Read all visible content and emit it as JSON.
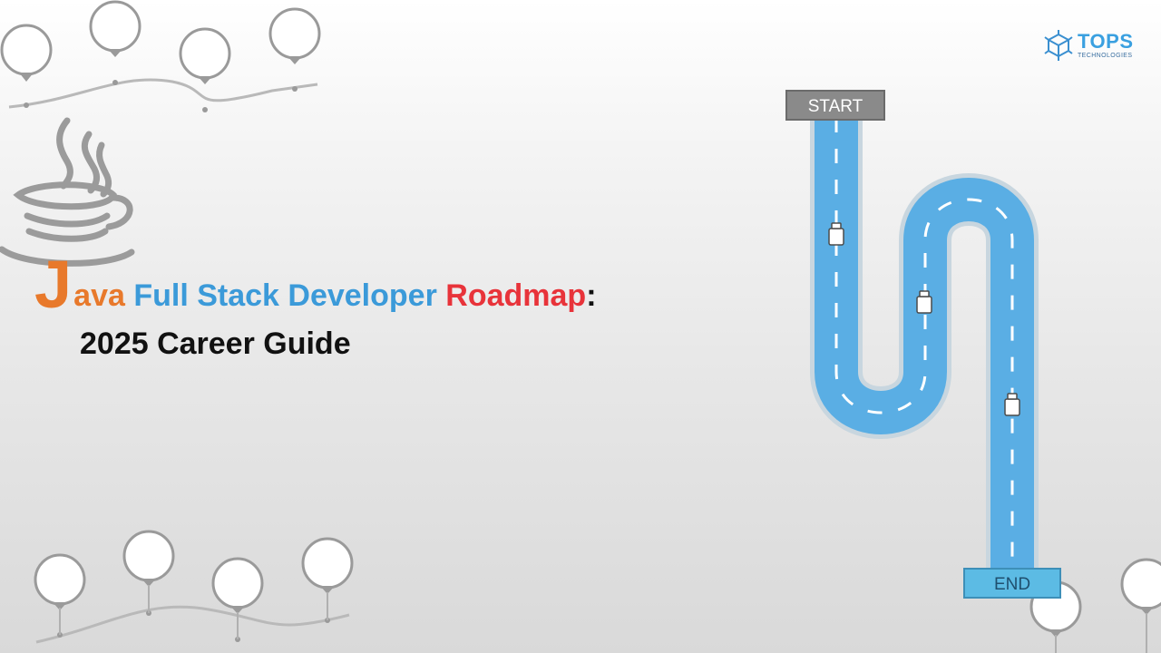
{
  "title": {
    "initial": "J",
    "word_ava": "ava",
    "phrase_blue": "Full Stack Developer",
    "word_red": "Roadmap",
    "colon": ":",
    "line2": "2025 Career Guide"
  },
  "logo": {
    "name": "TOPS",
    "subtitle": "TECHNOLOGIES",
    "icon": "cube-network-icon"
  },
  "roadmap": {
    "start_label": "START",
    "end_label": "END"
  },
  "icons": [
    "java-cup-icon",
    "map-pin-icon",
    "cube-network-icon"
  ],
  "colors": {
    "java_orange": "#e8792b",
    "title_blue": "#3b9ad9",
    "title_red": "#e8333a",
    "road_blue": "#5aaee4",
    "sign_gray": "#8a8a8a"
  }
}
